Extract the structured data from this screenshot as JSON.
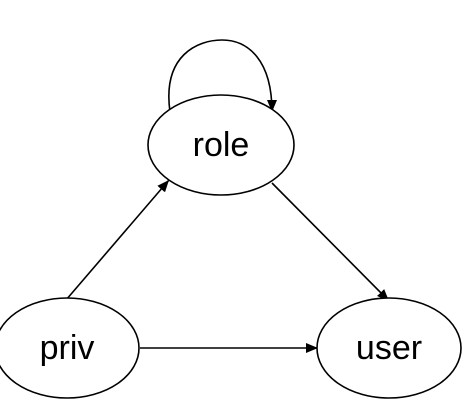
{
  "diagram": {
    "nodes": [
      {
        "id": "role",
        "label": "role"
      },
      {
        "id": "priv",
        "label": "priv"
      },
      {
        "id": "user",
        "label": "user"
      }
    ],
    "edges": [
      {
        "from": "role",
        "to": "role"
      },
      {
        "from": "priv",
        "to": "role"
      },
      {
        "from": "role",
        "to": "user"
      },
      {
        "from": "priv",
        "to": "user"
      }
    ],
    "colors": {
      "stroke": "#000000",
      "fill": "#ffffff",
      "text": "#000000"
    }
  }
}
